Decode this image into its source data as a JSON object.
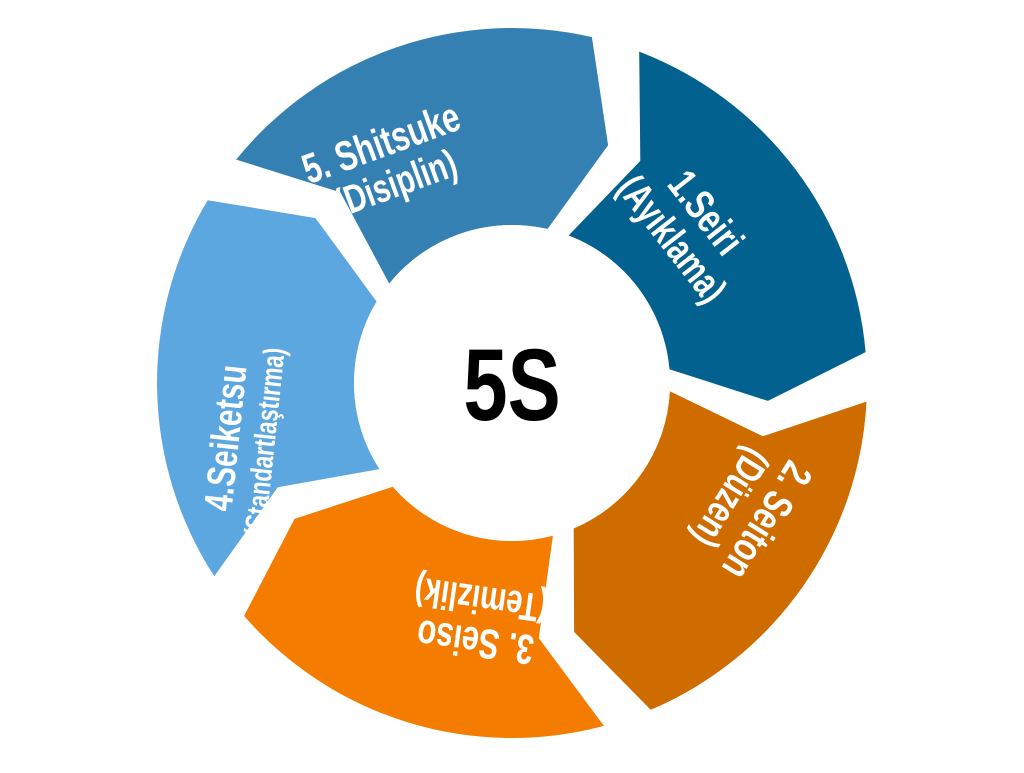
{
  "center": {
    "label": "5S"
  },
  "segments": [
    {
      "id": "seiri",
      "line1": "1.Seiri",
      "line2": "(Ayıklama)",
      "color": "#02618f"
    },
    {
      "id": "seiton",
      "line1": "2. Seiton",
      "line2": "(Düzen)",
      "color": "#cf6c00"
    },
    {
      "id": "seiso",
      "line1": "3. Seiso",
      "line2": "(Temizlik)",
      "color": "#f47c00"
    },
    {
      "id": "seiketsu",
      "line1": "4.Seiketsu",
      "line2": "(Standartlaştırma)",
      "color": "#5ca7e0"
    },
    {
      "id": "shitsuke",
      "line1": "5. Shitsuke",
      "line2": "(Disiplin)",
      "color": "#3580b3"
    }
  ]
}
